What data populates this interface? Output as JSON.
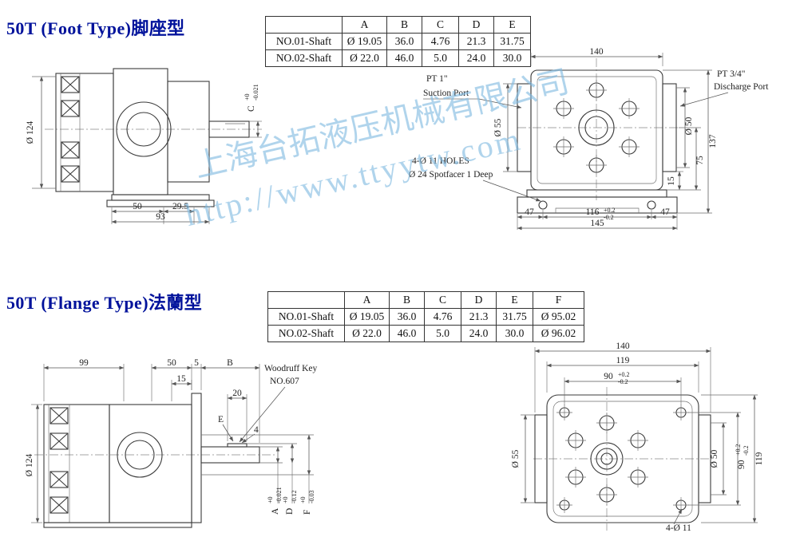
{
  "watermark": {
    "company": "上海台拓液压机械有限公司",
    "url": "http://www.ttyytw.com"
  },
  "foot": {
    "title": "50T  (Foot Type)脚座型",
    "table": {
      "headers": [
        "A",
        "B",
        "C",
        "D",
        "E"
      ],
      "rows": [
        {
          "label": "NO.01-Shaft",
          "values": [
            "Ø 19.05",
            "36.0",
            "4.76",
            "21.3",
            "31.75"
          ]
        },
        {
          "label": "NO.02-Shaft",
          "values": [
            "Ø 22.0",
            "46.0",
            "5.0",
            "24.0",
            "30.0"
          ]
        }
      ]
    },
    "side": {
      "dia124": "Ø 124",
      "c": "C",
      "c_tp": "+0",
      "c_tm": "-0.021",
      "d50": "50",
      "d29": "29.5",
      "d93": "93"
    },
    "front": {
      "pt1": "PT  1\"",
      "suction": "Suction Port",
      "pt34": "PT 3/4\"",
      "discharge": "Discharge Port",
      "holes": "4-Ø 11 HOLES",
      "spot": "Ø 24 Spotfacer 1 Deep",
      "d140": "140",
      "d137": "137",
      "d75": "75",
      "d15": "15",
      "dia55": "Ø 55",
      "dia50": "Ø 50",
      "d47l": "47",
      "d116": "116",
      "tp": "+0.2",
      "tm": "-0.2",
      "d47r": "47",
      "d145": "145"
    }
  },
  "flange": {
    "title": "50T  (Flange Type)法蘭型",
    "table": {
      "headers": [
        "A",
        "B",
        "C",
        "D",
        "E",
        "F"
      ],
      "rows": [
        {
          "label": "NO.01-Shaft",
          "values": [
            "Ø 19.05",
            "36.0",
            "4.76",
            "21.3",
            "31.75",
            "Ø 95.02"
          ]
        },
        {
          "label": "NO.02-Shaft",
          "values": [
            "Ø 22.0",
            "46.0",
            "5.0",
            "24.0",
            "30.0",
            "Ø 96.02"
          ]
        }
      ]
    },
    "side": {
      "d99": "99",
      "d50": "50",
      "d5": "5",
      "b": "B",
      "d15": "15",
      "d20": "20",
      "e": "E",
      "d4": "4",
      "wk1": "Woodruff  Key",
      "wk2": "NO.607",
      "dia124": "Ø 124",
      "a": "A",
      "a_tp": "+0",
      "a_tm": "-0.021",
      "d": "D",
      "d_tp": "+0",
      "d_tm": "-0.12",
      "f": "F",
      "f_tp": "+0",
      "f_tm": "-0.03"
    },
    "front": {
      "d140": "140",
      "d119t": "119",
      "d90t": "90",
      "tp": "+0.2",
      "tm": "-0.2",
      "dia55": "Ø 55",
      "dia50": "Ø 50",
      "d90r": "90",
      "d119r": "119",
      "holes": "4-Ø 11"
    }
  }
}
